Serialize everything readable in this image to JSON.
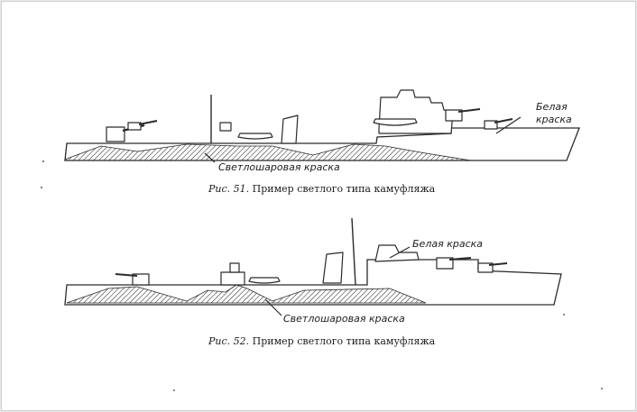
{
  "figures": [
    {
      "id": "51",
      "white_paint_label": "Белая краска",
      "light_grey_paint_label": "Светлошаровая краска",
      "caption": {
        "number": "Рис. 51.",
        "text": "Пример светлого типа камуфляжа"
      }
    },
    {
      "id": "52",
      "white_paint_label": "Белая краска",
      "light_grey_paint_label": "Светлошаровая краска",
      "caption": {
        "number": "Рис. 52.",
        "text": "Пример светлого типа камуфляжа"
      }
    }
  ],
  "colors": {
    "ink": "#2a2a2a",
    "paper": "#ffffff",
    "scan_border": "#cfcfcf"
  }
}
